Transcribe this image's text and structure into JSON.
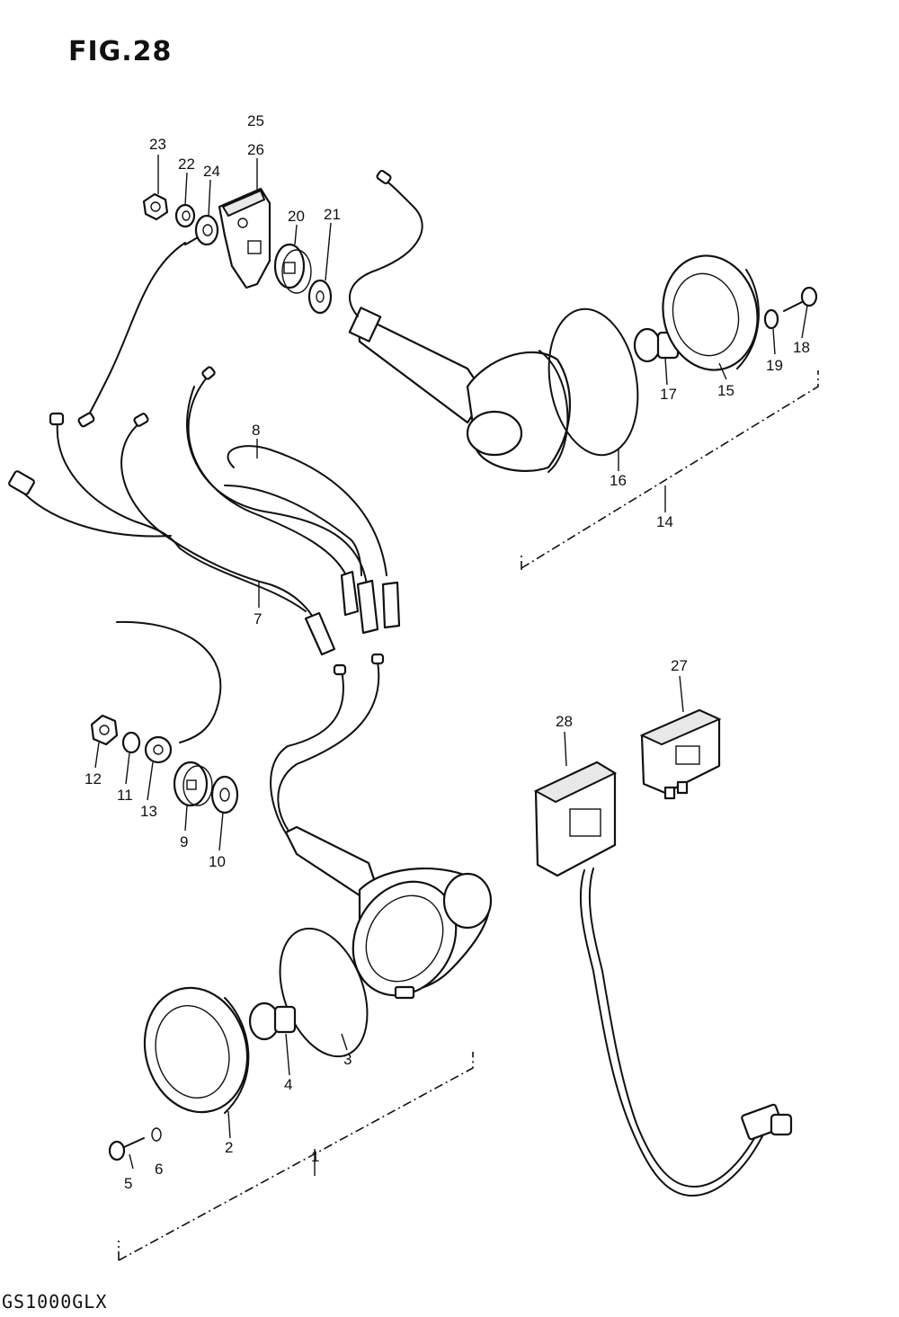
{
  "figure": {
    "title": "FIG.28",
    "model": "GS1000GLX"
  },
  "callouts": [
    "23",
    "22",
    "24",
    "25",
    "26",
    "20",
    "21",
    "18",
    "19",
    "17",
    "15",
    "16",
    "14",
    "8",
    "7",
    "12",
    "11",
    "13",
    "9",
    "10",
    "27",
    "28",
    "4",
    "3",
    "2",
    "5",
    "6",
    "1"
  ]
}
